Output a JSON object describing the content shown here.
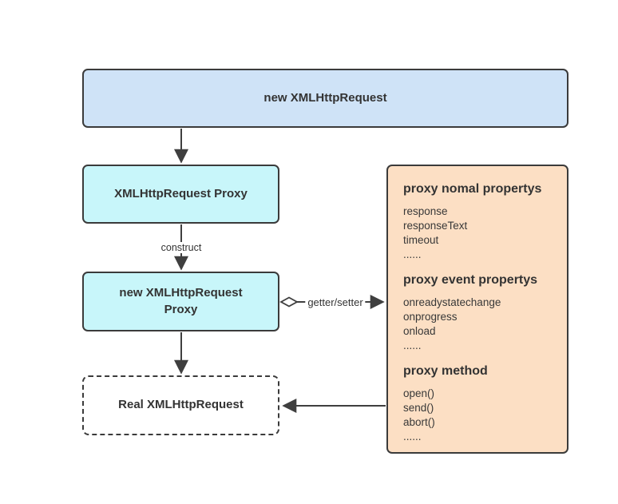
{
  "nodes": {
    "new_xhr": {
      "label": "new XMLHttpRequest"
    },
    "xhr_proxy": {
      "label": "XMLHttpRequest Proxy"
    },
    "new_xhr_proxy": {
      "label": "new XMLHttpRequest Proxy"
    },
    "real_xhr": {
      "label": "Real XMLHttpRequest"
    }
  },
  "edges": {
    "construct_label": "construct",
    "getter_setter_label": "getter/setter"
  },
  "panel": {
    "sections": [
      {
        "title": "proxy nomal propertys",
        "items": [
          "response",
          "responseText",
          "timeout",
          "......"
        ]
      },
      {
        "title": "proxy event propertys",
        "items": [
          "onreadystatechange",
          "onprogress",
          "onload",
          "......"
        ]
      },
      {
        "title": "proxy method",
        "items": [
          "open()",
          "send()",
          "abort()",
          "......"
        ]
      }
    ]
  },
  "colors": {
    "box_blue_fill": "#cfe3f7",
    "box_cyan_fill": "#c8f6fa",
    "panel_fill": "#fcdfc4",
    "border": "#3b3b3b",
    "line": "#3f3f3f",
    "text": "#333333",
    "background": "#ffffff"
  }
}
